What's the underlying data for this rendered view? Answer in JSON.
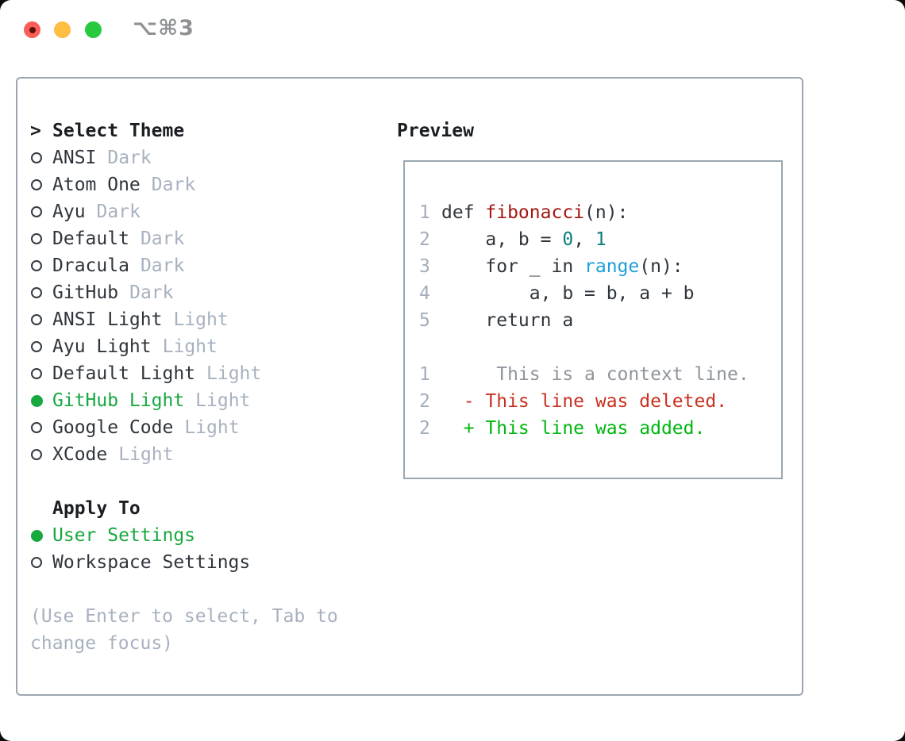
{
  "window": {
    "title": "⌥⌘3"
  },
  "colors": {
    "selection_green": "#17a83f",
    "added_green": "#00b60f",
    "deleted_red": "#c9301f",
    "function_red": "#a31712",
    "number_teal": "#0d7f80",
    "builtin_blue": "#1f9ed8",
    "muted_gray": "#a7b1bf",
    "foreground": "#2f353c",
    "border_gray": "#9da6b0",
    "traffic_red": "#f95f57",
    "traffic_yellow": "#fdbe41",
    "traffic_green": "#27c93f"
  },
  "theme_list": {
    "header": {
      "marker": ">",
      "label": "Select Theme"
    },
    "items": [
      {
        "name": "ANSI",
        "suffix": "Dark",
        "selected": false
      },
      {
        "name": "Atom One",
        "suffix": "Dark",
        "selected": false
      },
      {
        "name": "Ayu",
        "suffix": "Dark",
        "selected": false
      },
      {
        "name": "Default",
        "suffix": "Dark",
        "selected": false
      },
      {
        "name": "Dracula",
        "suffix": "Dark",
        "selected": false
      },
      {
        "name": "GitHub",
        "suffix": "Dark",
        "selected": false
      },
      {
        "name": "ANSI Light",
        "suffix": "Light",
        "selected": false
      },
      {
        "name": "Ayu Light",
        "suffix": "Light",
        "selected": false
      },
      {
        "name": "Default Light",
        "suffix": "Light",
        "selected": false
      },
      {
        "name": "GitHub Light",
        "suffix": "Light",
        "selected": true
      },
      {
        "name": "Google Code",
        "suffix": "Light",
        "selected": false
      },
      {
        "name": "XCode",
        "suffix": "Light",
        "selected": false
      }
    ]
  },
  "apply_to": {
    "header": "Apply To",
    "options": [
      {
        "name": "User Settings",
        "selected": true
      },
      {
        "name": "Workspace Settings",
        "selected": false
      }
    ]
  },
  "hint": {
    "text": "(Use Enter to select, Tab to change focus)"
  },
  "preview": {
    "title": "Preview",
    "lines": [
      {
        "num": "1",
        "tokens": [
          {
            "t": "def ",
            "c": "fg"
          },
          {
            "t": "fibonacci",
            "c": "fn"
          },
          {
            "t": "(n):",
            "c": "fg"
          }
        ]
      },
      {
        "num": "2",
        "tokens": [
          {
            "t": "    a, b = ",
            "c": "fg"
          },
          {
            "t": "0",
            "c": "num"
          },
          {
            "t": ", ",
            "c": "fg"
          },
          {
            "t": "1",
            "c": "num"
          }
        ]
      },
      {
        "num": "3",
        "tokens": [
          {
            "t": "    for _ in ",
            "c": "fg"
          },
          {
            "t": "range",
            "c": "builtin"
          },
          {
            "t": "(n):",
            "c": "fg"
          }
        ]
      },
      {
        "num": "4",
        "tokens": [
          {
            "t": "        a, b = b, a + b",
            "c": "fg"
          }
        ]
      },
      {
        "num": "5",
        "tokens": [
          {
            "t": "    return a",
            "c": "fg"
          }
        ]
      },
      {
        "num": "",
        "tokens": []
      },
      {
        "num": "1",
        "tokens": [
          {
            "t": "     This is a context line.",
            "c": "context"
          }
        ]
      },
      {
        "num": "2",
        "tokens": [
          {
            "t": "  - This line was deleted.",
            "c": "deleted"
          }
        ]
      },
      {
        "num": "2",
        "tokens": [
          {
            "t": "  + This line was added.",
            "c": "added"
          }
        ]
      }
    ]
  }
}
